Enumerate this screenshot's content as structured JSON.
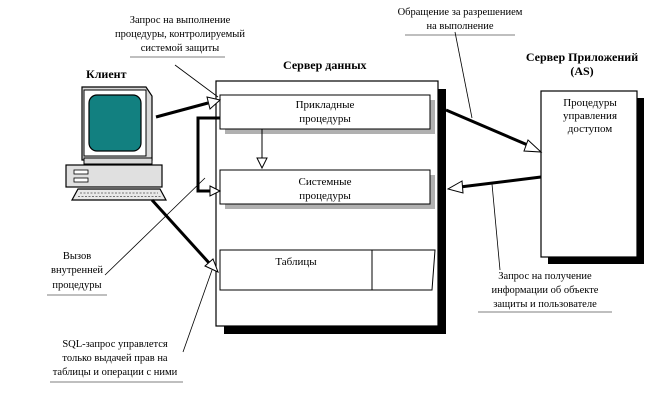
{
  "labels": {
    "client_title": "Клиент",
    "data_server_title": "Сервер данных",
    "app_server_title_line1": "Сервер Приложений",
    "app_server_title_line2": "(AS)"
  },
  "boxes": {
    "applied_line1": "Прикладные",
    "applied_line2": "процедуры",
    "system_line1": "Системные",
    "system_line2": "процедуры",
    "tables": "Таблицы",
    "access_line1": "Процедуры",
    "access_line2": "управления",
    "access_line3": "доступом"
  },
  "annotations": {
    "request_exec": [
      "Запрос на выполнение",
      "процедуры, контролируемый",
      "системой защиты"
    ],
    "permission_request": [
      "Обращение за разрешением",
      "на выполнение"
    ],
    "internal_call": [
      "Вызов",
      "внутренней",
      "процедуры"
    ],
    "info_request": [
      "Запрос на получение",
      "информации об объекте",
      "защиты и пользователе"
    ],
    "sql_request": [
      "SQL-запрос управлется",
      "только выдачей прав на",
      "таблицы и операции с ними"
    ]
  },
  "colors": {
    "monitor_screen": "#128080",
    "line": "#000000",
    "shadow": "#000000",
    "inner_shadow": "#b0b0b0"
  }
}
